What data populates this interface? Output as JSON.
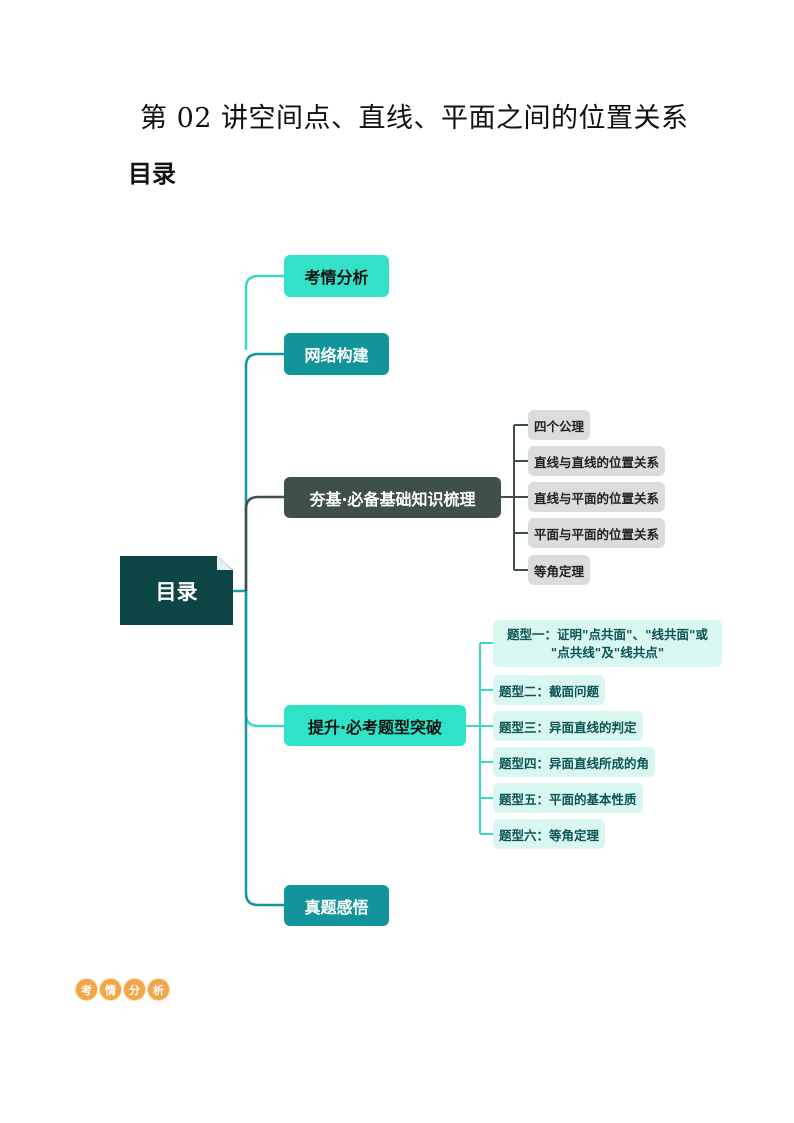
{
  "title": "第 02 讲空间点、直线、平面之间的位置关系",
  "toc_heading": "目录",
  "mindmap": {
    "root": "目录",
    "branches": [
      "考情分析",
      "网络构建",
      "夯基·必备基础知识梳理",
      "提升·必考题型突破",
      "真题感悟"
    ],
    "basics": [
      "四个公理",
      "直线与直线的位置关系",
      "直线与平面的位置关系",
      "平面与平面的位置关系",
      "等角定理"
    ],
    "types": [
      "题型一：证明\"点共面\"、\"线共面\"或",
      "\"点共线\"及\"线共点\"",
      "题型二：截面问题",
      "题型三：异面直线的判定",
      "题型四：异面直线所成的角",
      "题型五：平面的基本性质",
      "题型六：等角定理"
    ]
  },
  "section_badge": [
    "考",
    "情",
    "分",
    "析"
  ],
  "colors": {
    "root": "#0d4444",
    "light_teal": "#34e0c8",
    "dark_teal": "#12959a",
    "slate": "#3f4f4c"
  }
}
